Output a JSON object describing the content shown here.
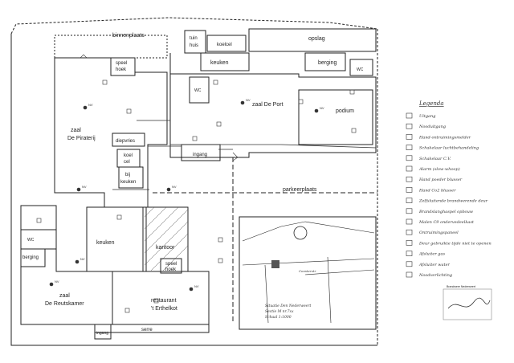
{
  "rooms": {
    "binnenplaats": "binnenplaats",
    "tuinhuis_1": "tuin",
    "tuinhuis_2": "huis",
    "koelcel_top": "koelcel",
    "opslag": "opslag",
    "speelhoek_1a": "speel",
    "speelhoek_1b": "hoek",
    "keuken_top": "keuken",
    "berging_top": "berging",
    "wc_top_right": "WC",
    "wc_mid": "WC",
    "zaal_deport": "zaal De Port",
    "podium": "podium",
    "zaal_piraterij_1": "zaal",
    "zaal_piraterij_2": "De Piraterij",
    "diepvries": "diepvries",
    "koelcel_mid_1": "koel",
    "koelcel_mid_2": "cel",
    "bijkeuken_1": "bij",
    "bijkeuken_2": "keuken",
    "ingang_mid": "ingang",
    "parkeerplaats": "parkeerplaats",
    "keuken_low": "keuken",
    "kantoor": "kantoor",
    "speelhoek_2a": "speel",
    "speelhoek_2b": "hoek",
    "wc_left": "WC",
    "berging_left": "berging",
    "zaal_reutskamer_1": "zaal",
    "zaal_reutskamer_2": "De Reutskamer",
    "restaurant_1": "restaurant",
    "restaurant_2": "'t Erthelkot",
    "serre": "serre",
    "ingang_bottom": "ingang"
  },
  "legend": {
    "title": "Legenda",
    "items": [
      "Uitgang",
      "Nooduitgang",
      "Hand-ontruimingsmelder",
      "Schakelaar luchtbehandeling",
      "Schakelaar C.V.",
      "Alarm (slow-whoop)",
      "Hand poeder blusser",
      "Hand Co2 blusser",
      "Zelfsluitende brandwerende deur",
      "Brandslanghaspel opbouw",
      "Malen C9 ondervedeelkast",
      "Ontruimingspaneel",
      "Deur gebruikte tijde niet te openen",
      "Afsluiter gas",
      "Afsluiter water",
      "Noodverlichting"
    ]
  },
  "inset": {
    "street": "Coosterstr",
    "title_1": "Situatie Den Nederweert",
    "title_2": "Sectie M nr.7xx",
    "title_3": "Schaal 1:1000"
  },
  "stamp": {
    "line": "Brandweer Nederweert"
  }
}
